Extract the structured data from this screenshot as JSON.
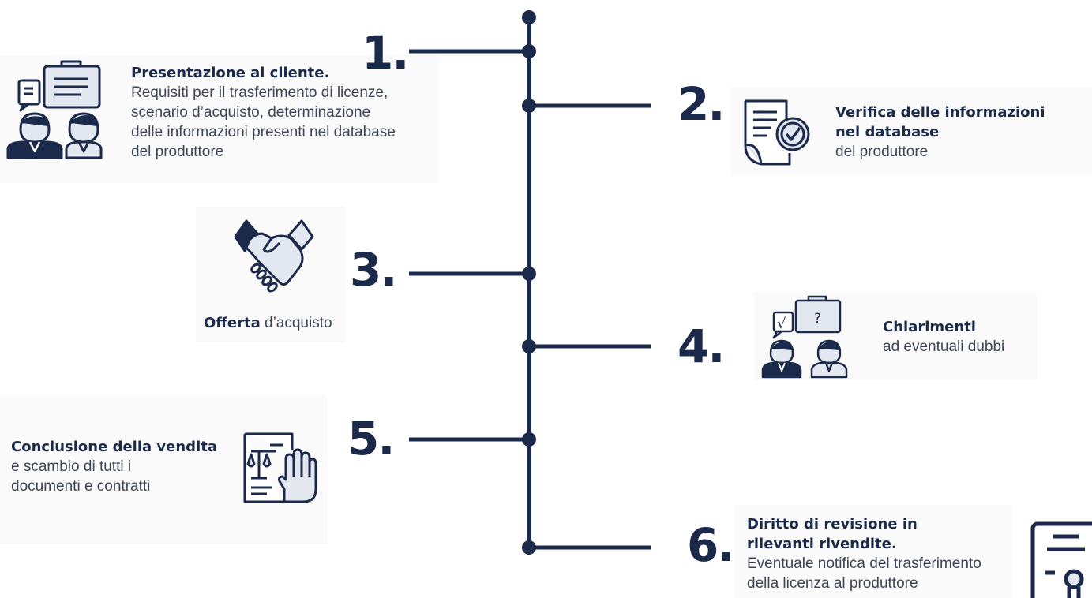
{
  "colors": {
    "navy": "#1b2a4b",
    "icon_fill": "#e3e7ef",
    "text_gray": "#3c4556",
    "panel_bg": "#fafafa"
  },
  "steps": [
    {
      "number": "1.",
      "title": "Presentazione al cliente.",
      "description": [
        "Requisiti per il trasferimento di licenze,",
        "scenario d’acquisto, determinazione",
        "delle informazioni presenti nel database",
        "del produttore"
      ],
      "icon": "people-discussion-icon"
    },
    {
      "number": "2.",
      "title_lines": [
        "Verifica delle informazioni",
        "nel database"
      ],
      "description": [
        "del produttore"
      ],
      "icon": "document-check-icon"
    },
    {
      "number": "3.",
      "title": "Offerta",
      "title_suffix": " d’acquisto",
      "icon": "handshake-icon"
    },
    {
      "number": "4.",
      "title": "Chiarimenti",
      "description": [
        "ad eventuali dubbi"
      ],
      "icon": "people-question-icon",
      "icon_glyph_check": "√",
      "icon_glyph_question": "?"
    },
    {
      "number": "5.",
      "title": "Conclusione della vendita",
      "description": [
        "e scambio di tutti i",
        "documenti e contratti"
      ],
      "icon": "legal-document-icon"
    },
    {
      "number": "6.",
      "title_lines": [
        "Diritto di revisione in",
        "rilevanti rivendite."
      ],
      "description": [
        "Eventuale notifica del trasferimento",
        "della licenza al produttore"
      ],
      "icon": "certificate-icon"
    }
  ]
}
